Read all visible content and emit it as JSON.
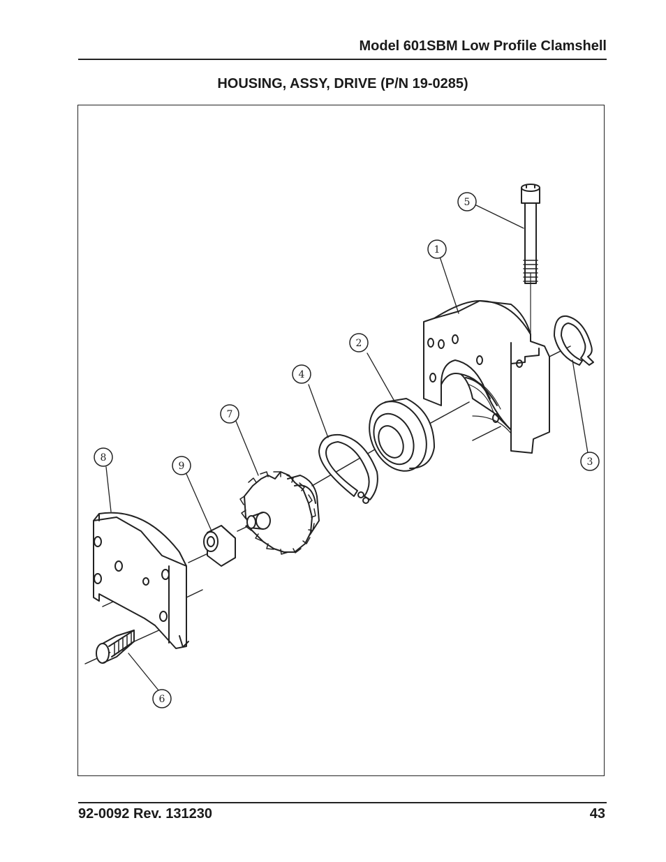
{
  "header": {
    "title": "Model 601SBM Low Profile Clamshell"
  },
  "section": {
    "title": "HOUSING, ASSY, DRIVE (P/N 19-0285)"
  },
  "figure": {
    "callouts": [
      "1",
      "2",
      "3",
      "4",
      "5",
      "6",
      "7",
      "8",
      "9"
    ],
    "parts": [
      "housing",
      "bearing",
      "retaining-ring-outer",
      "retaining-ring-inner",
      "bolt",
      "screw",
      "gear",
      "cover",
      "bushing"
    ]
  },
  "footer": {
    "doc_number": "92-0092 Rev. 131230",
    "page_number": "43"
  }
}
